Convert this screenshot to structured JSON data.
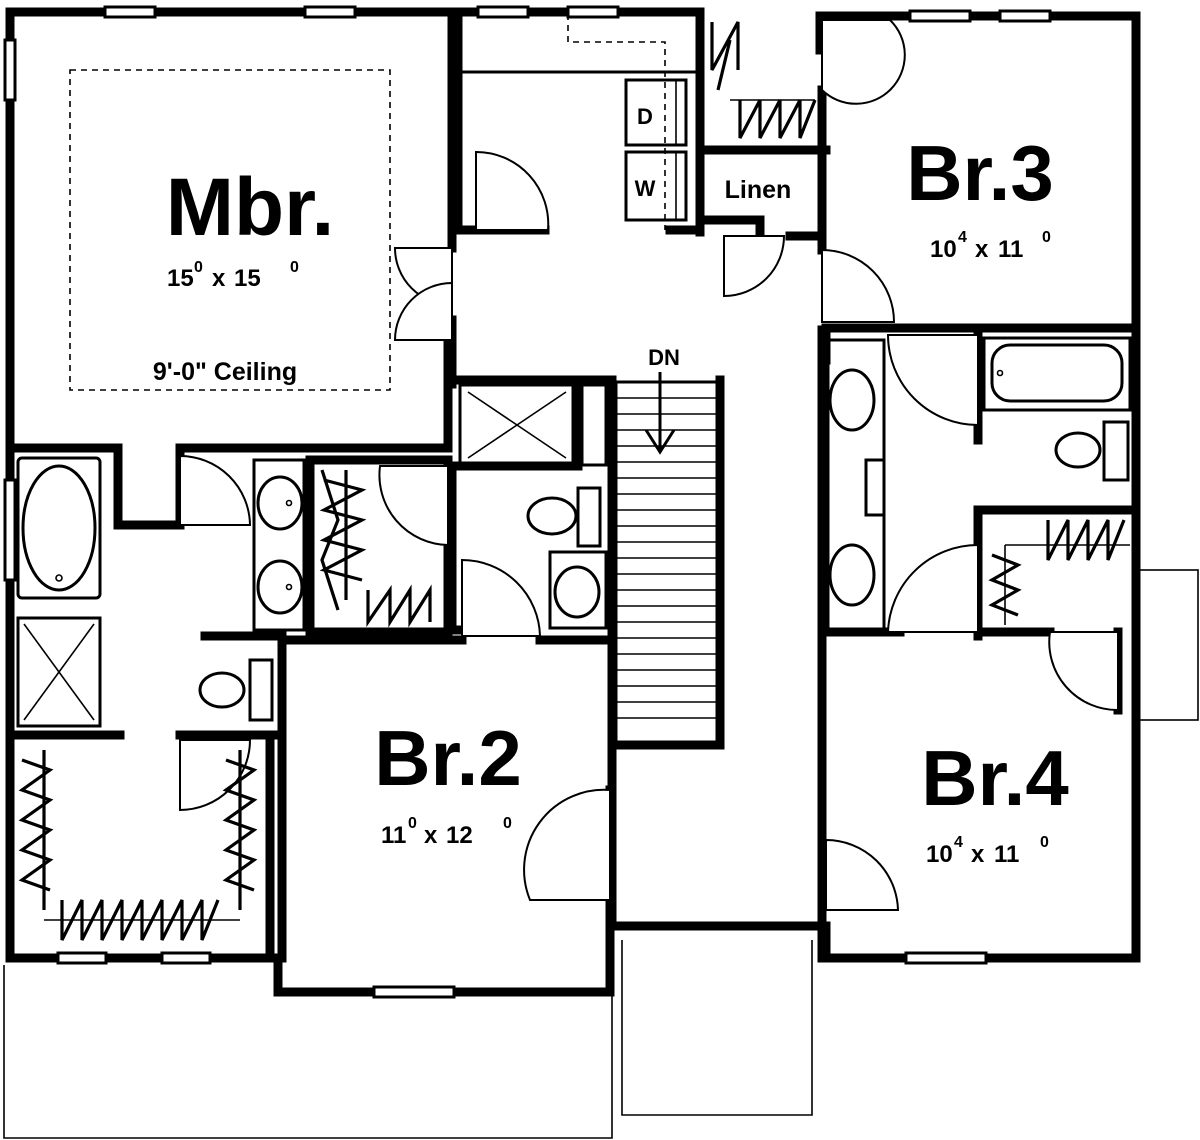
{
  "rooms": {
    "mbr": {
      "name": "Mbr.",
      "w": "15",
      "w_sup": "0",
      "h": "15",
      "h_sup": "0",
      "note": "9'-0\" Ceiling"
    },
    "br2": {
      "name": "Br.2",
      "w": "11",
      "w_sup": "0",
      "h": "12",
      "h_sup": "0"
    },
    "br3": {
      "name": "Br.3",
      "w": "10",
      "w_sup": "4",
      "h": "11",
      "h_sup": "0"
    },
    "br4": {
      "name": "Br.4",
      "w": "10",
      "w_sup": "4",
      "h": "11",
      "h_sup": "0"
    }
  },
  "labels": {
    "dryer": "D",
    "washer": "W",
    "linen": "Linen",
    "stairs": "DN"
  },
  "dimension_separator": "x"
}
